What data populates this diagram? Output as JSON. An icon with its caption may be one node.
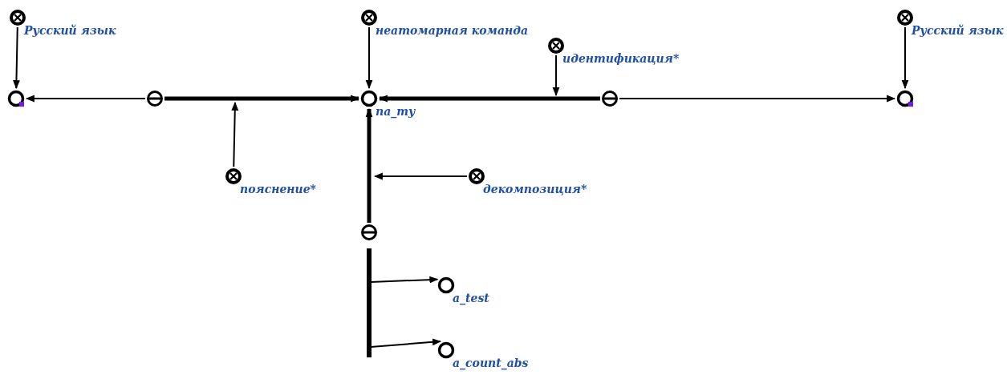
{
  "diagram": {
    "nodes": [
      {
        "text": [
          "Русский язык"
        ]
      },
      {
        "text": [],
        "shape": "circle"
      },
      {
        "text": [],
        "shape": "circle"
      },
      {
        "text": [
          "пояснение*"
        ]
      },
      {
        "text": [
          "неатомарная команда"
        ]
      },
      {
        "text": [
          "na_my"
        ]
      },
      {
        "text": [
          "идентификация*"
        ]
      },
      {
        "text": [],
        "shape": "circle"
      },
      {
        "text": [
          "Русский язык"
        ]
      },
      {
        "text": [],
        "shape": "circle"
      },
      {
        "text": [
          "декомпозиция*"
        ]
      },
      {
        "text": [],
        "shape": "circle"
      },
      {
        "text": [
          "a_test"
        ]
      },
      {
        "text": [
          "a_count_abs"
        ]
      }
    ],
    "edges": [
      {
        "from": 0,
        "to": 1,
        "arrow": "to"
      },
      {
        "from": 2,
        "to": 1,
        "arrow": "to"
      },
      {
        "from": 2,
        "to": 5,
        "arrow": "to",
        "style": "thick"
      },
      {
        "from": 3,
        "to": null,
        "arrow": "to"
      },
      {
        "from": 4,
        "to": 5,
        "arrow": "to"
      },
      {
        "from": 6,
        "to": null,
        "arrow": "to"
      },
      {
        "from": 7,
        "to": 5,
        "arrow": "to",
        "style": "thick"
      },
      {
        "from": 7,
        "to": 9,
        "arrow": "to"
      },
      {
        "from": 8,
        "to": 9,
        "arrow": "to"
      },
      {
        "from": 11,
        "to": 5,
        "arrow": "to",
        "style": "thick"
      },
      {
        "from": 10,
        "to": null,
        "arrow": "to"
      },
      {
        "from": 11,
        "to": 12,
        "arrow": "to",
        "style": "thick"
      },
      {
        "from": 11,
        "to": 13,
        "arrow": "to",
        "style": "thick"
      }
    ]
  }
}
